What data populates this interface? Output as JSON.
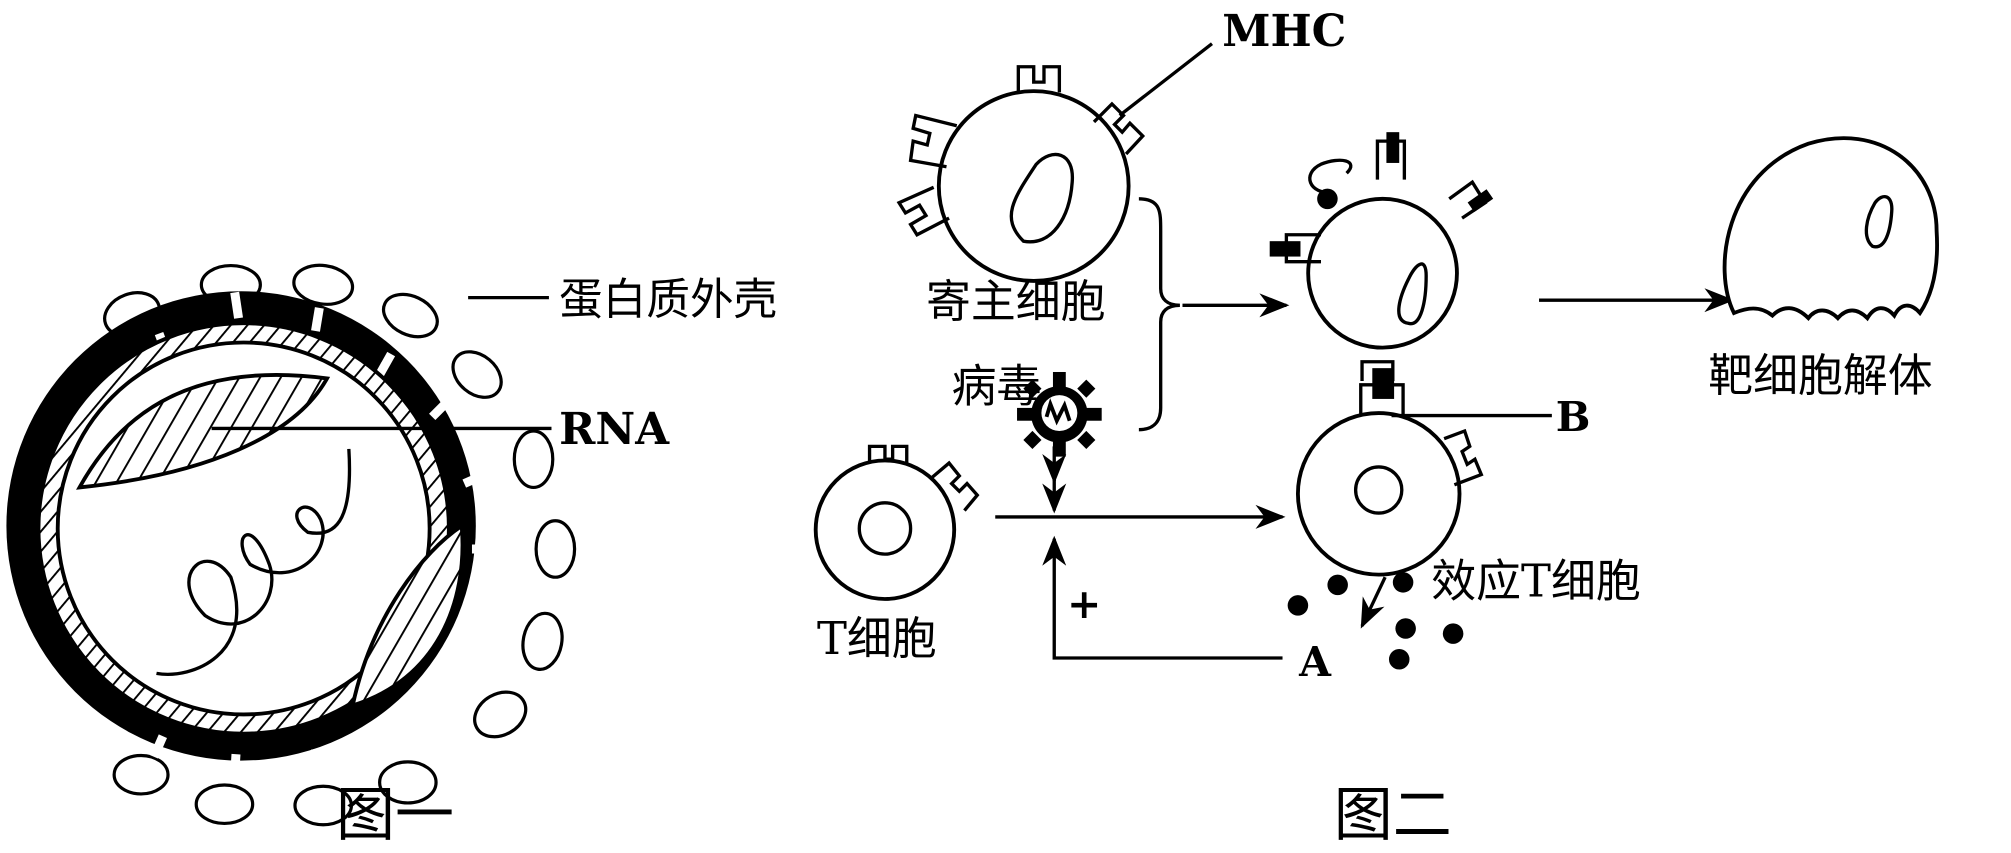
{
  "figure_one": {
    "caption": "图一",
    "labels": {
      "protein_shell": "蛋白质外壳",
      "rna": "RNA"
    }
  },
  "figure_two": {
    "caption": "图二",
    "labels": {
      "mhc": "MHC",
      "host_cell": "寄主细胞",
      "virus": "病毒",
      "t_cell": "T细胞",
      "effector_t_cell": "效应T细胞",
      "target_cell_lysis": "靶细胞解体",
      "marker_a": "A",
      "marker_b": "B",
      "plus_sign": "+"
    }
  },
  "colors": {
    "ink": "#000000",
    "background": "#ffffff"
  }
}
